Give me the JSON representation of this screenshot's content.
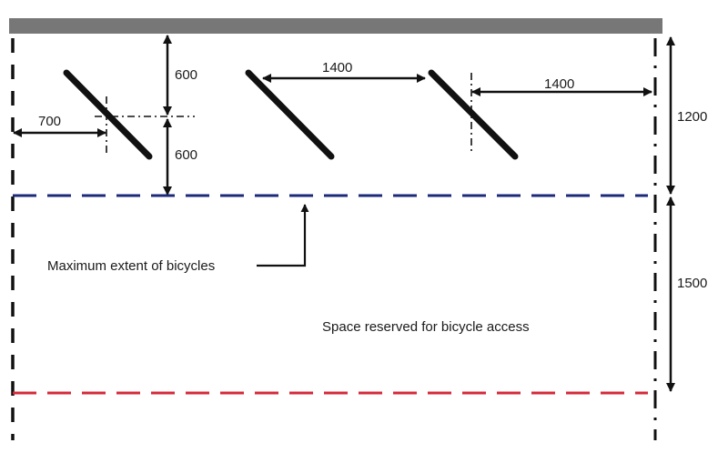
{
  "colors": {
    "wall": "#777777",
    "ink": "#111111",
    "extent_line": "#1c2a7a",
    "access_line": "#d42a3a"
  },
  "dimensions": {
    "rack_centre_above": "600",
    "rack_centre_below": "600",
    "wall_to_first_rack": "700",
    "rack_spacing": "1400",
    "last_rack_to_wall": "1400",
    "bicycle_depth": "1200",
    "access_depth": "1500"
  },
  "labels": {
    "max_extent": "Maximum extent of bicycles",
    "access_space": "Space reserved for bicycle access"
  }
}
